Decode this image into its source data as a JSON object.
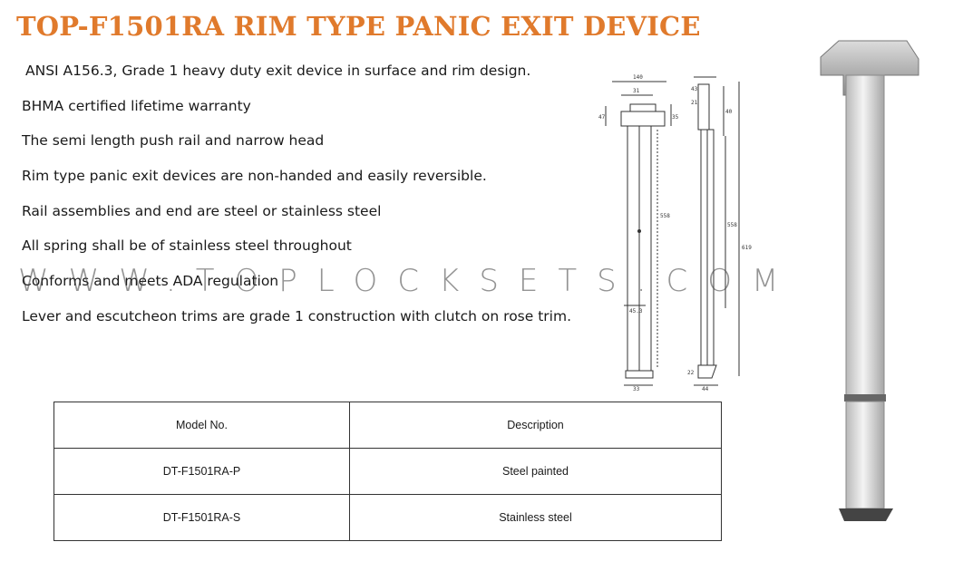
{
  "title": "TOP-F1501RA  RIM TYPE PANIC EXIT DEVICE",
  "title_color": "#e07a2c",
  "features": [
    "ANSI A156.3, Grade 1 heavy duty exit device in surface and rim design.",
    "BHMA certified lifetime warranty",
    "The semi length push rail and narrow head",
    "Rim type panic exit devices are non-handed and easily reversible.",
    "Rail assemblies and end are steel or stainless steel",
    "All spring shall be of stainless steel throughout",
    "Conforms and meets ADA regulation",
    "Lever and escutcheon trims are grade 1 construction with clutch on rose trim."
  ],
  "watermark": "WWW.TOPLOCKSETS.COM",
  "table": {
    "headers": [
      "Model No.",
      "Description"
    ],
    "rows": [
      [
        "DT-F1501RA-P",
        "Steel painted"
      ],
      [
        "DT-F1501RA-S",
        "Stainless steel"
      ]
    ]
  },
  "drawing_dims": {
    "front_width": "140",
    "front_inner": "31",
    "front_side_left": "47",
    "front_side_right": "35",
    "front_length": "558",
    "front_slot": "45.3",
    "front_base": "33",
    "side_top": "43",
    "side_top2": "21",
    "side_length": "558",
    "side_total": "619",
    "side_right": "40",
    "side_bottom_left": "22",
    "side_base": "44"
  }
}
